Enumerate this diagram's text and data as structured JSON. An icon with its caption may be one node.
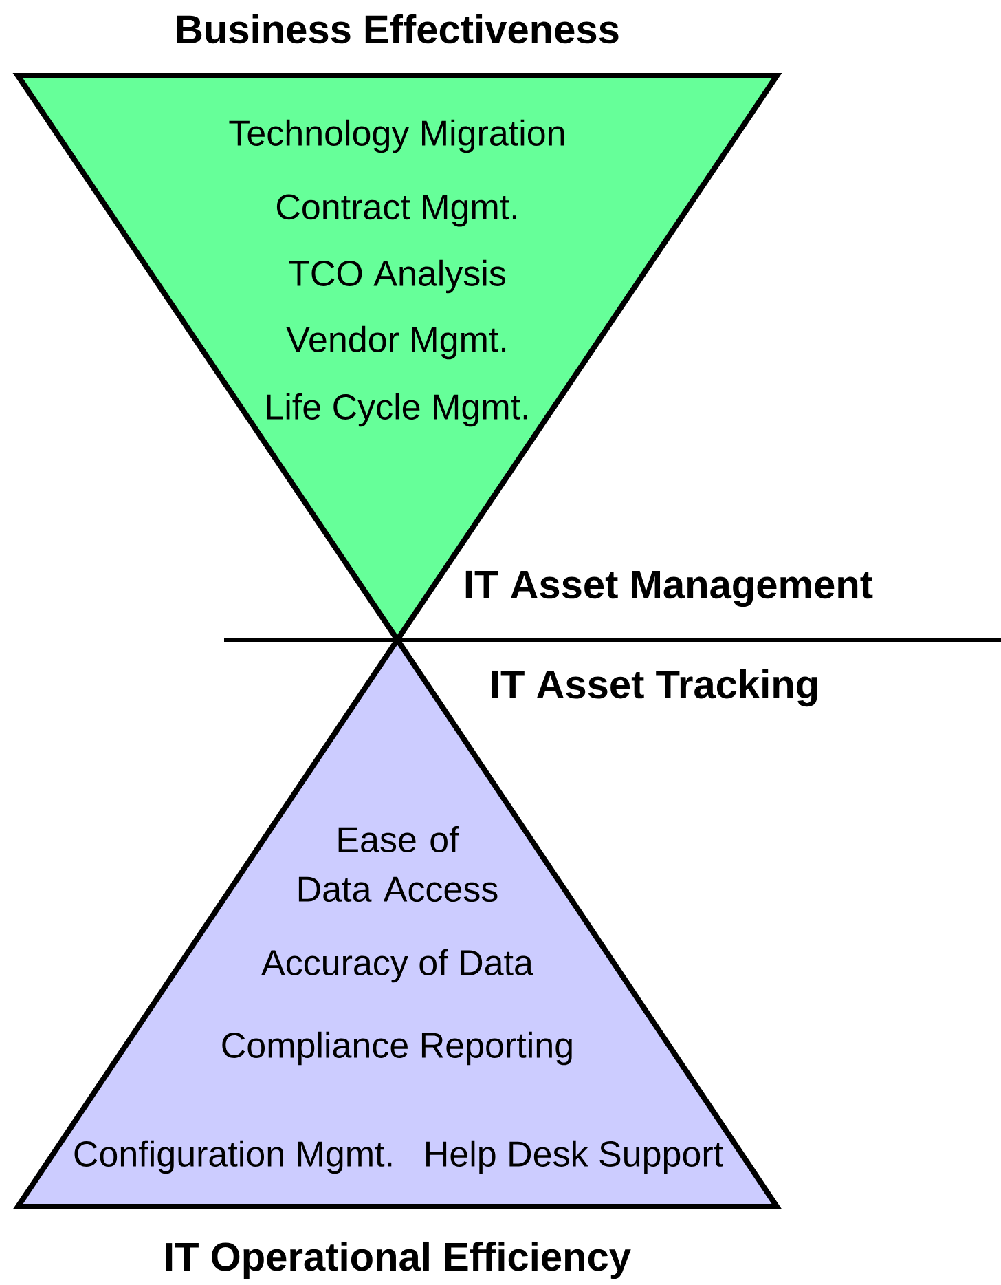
{
  "diagram": {
    "nodes": [
      {
        "text": [
          "Business Effectiveness",
          "Technology Migration",
          "Contract Mgmt.",
          "TCO Analysis",
          "Vendor Mgmt.",
          "Life Cycle Mgmt."
        ]
      },
      {
        "text": [
          "Ease of Data Access",
          "Accuracy of Data",
          "Compliance Reporting",
          "Configuration Mgmt.",
          "Help Desk Support",
          "IT Operational Efficiency"
        ]
      }
    ],
    "labels": [
      "IT Asset Management",
      "IT Asset Tracking"
    ]
  }
}
